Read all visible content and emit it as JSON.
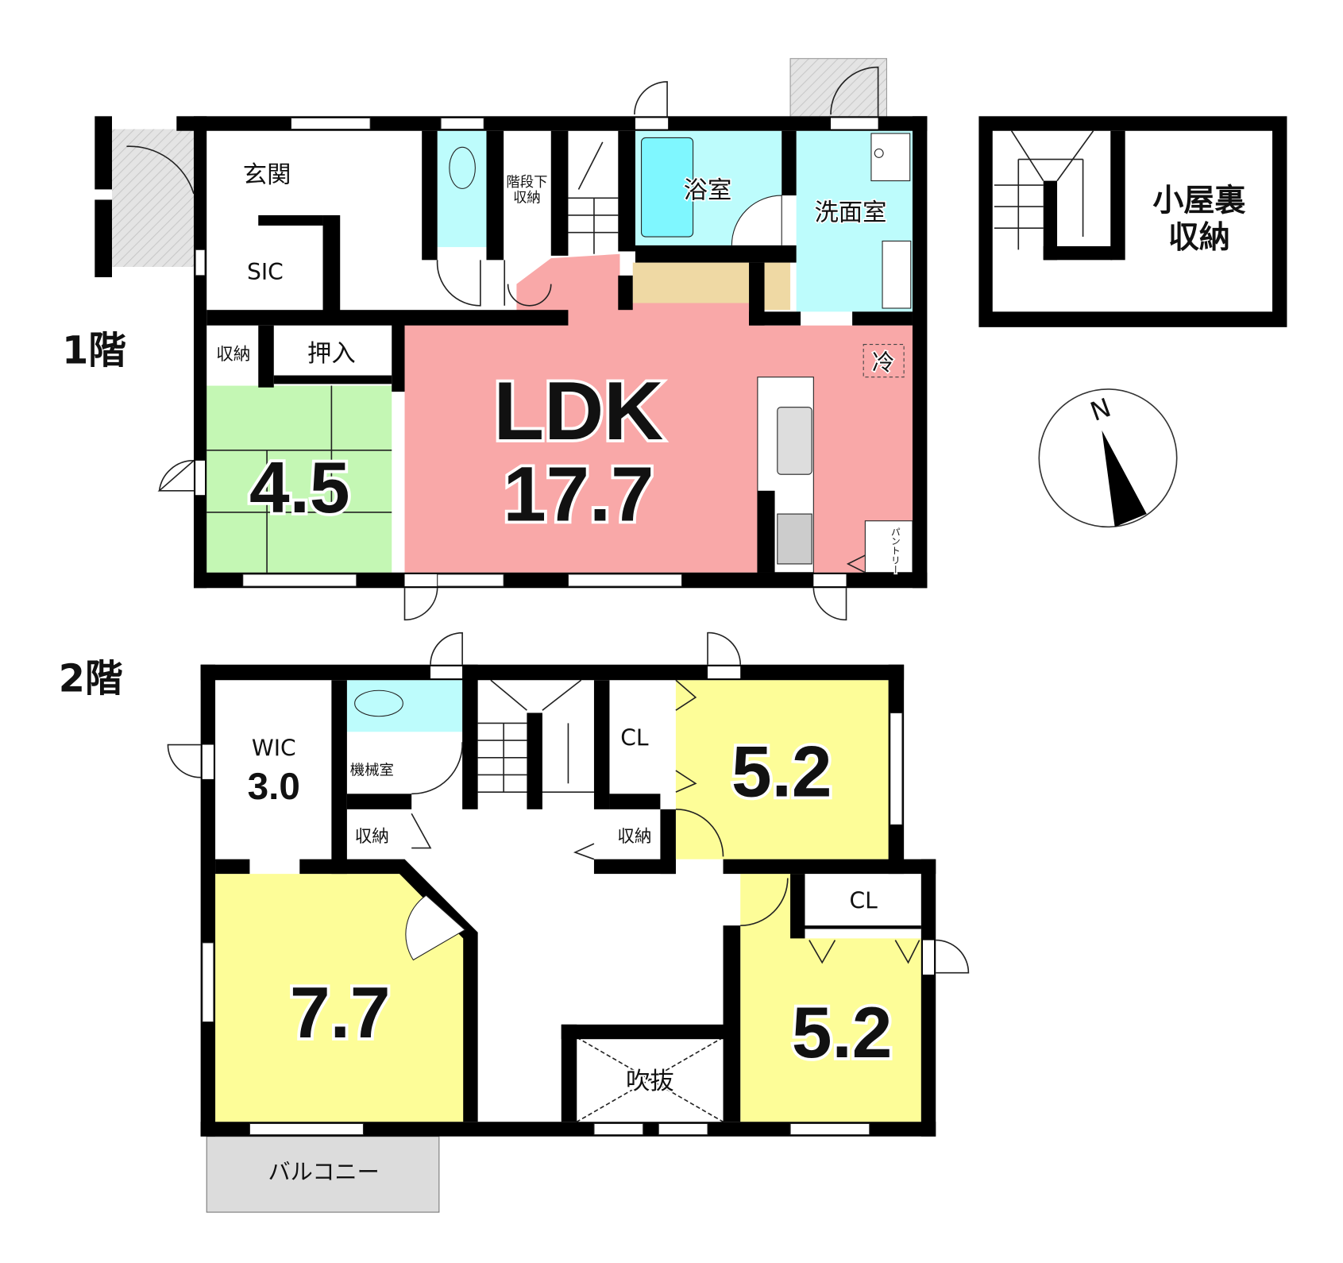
{
  "floor1": {
    "label": "1階",
    "rooms": {
      "genkan": "玄関",
      "sic": "SIC",
      "under_stairs_1": "階段下",
      "under_stairs_2": "収納",
      "bath": "浴室",
      "washroom": "洗面室",
      "storage": "収納",
      "oshiire": "押入",
      "ldk": "LDK",
      "ldk_size": "17.7",
      "washitsu_size": "4.5",
      "fridge": "冷",
      "pantry": "パントリー"
    }
  },
  "attic": {
    "line1": "小屋裏",
    "line2": "収納"
  },
  "compass": {
    "north": "N"
  },
  "floor2": {
    "label": "2階",
    "rooms": {
      "wic": "WIC",
      "wic_size": "3.0",
      "machine": "機械室",
      "storage_left": "収納",
      "storage_right": "収納",
      "cl_top": "CL",
      "room_ne_size": "5.2",
      "room_w_size": "7.7",
      "cl_bottom": "CL",
      "room_se_size": "5.2",
      "void": "吹抜",
      "balcony": "バルコニー"
    }
  },
  "colors": {
    "ldk": "#f9a8a8",
    "washitsu": "#c4f7b4",
    "wet": "#bdfcfc",
    "bedroom": "#fdfd98",
    "tan": "#efd9a4",
    "balcony": "#dcdcdc"
  }
}
